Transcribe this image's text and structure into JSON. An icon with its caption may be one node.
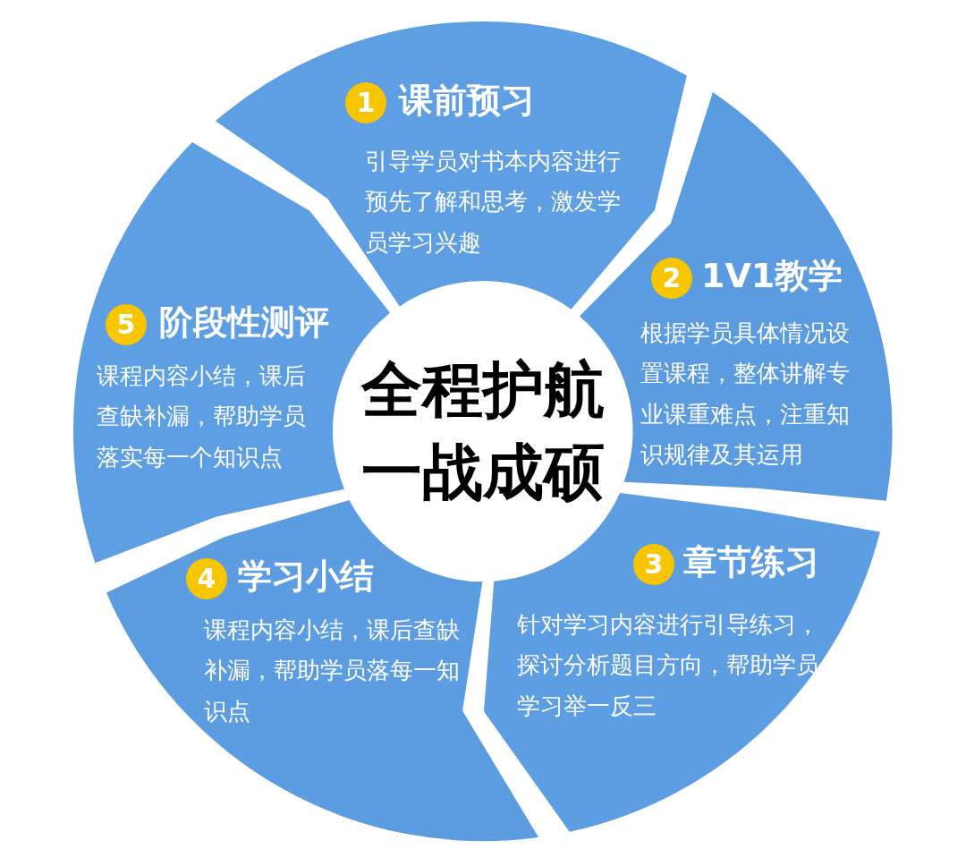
{
  "diagram": {
    "nodes": [
      {
        "text": [
          "1",
          "课前预习",
          "引导学员对书本内容进行预先了解和思考，激发学员学习兴趣"
        ]
      },
      {
        "text": [
          "2",
          "1V1教学",
          "根据学员具体情况设置课程，整体讲解专业课重难点，注重知识规律及其运用"
        ]
      },
      {
        "text": [
          "3",
          "章节练习",
          "针对学习内容进行引导练习，探讨分析题目方向，帮助学员学习举一反三"
        ]
      },
      {
        "text": [
          "4",
          "学习小结",
          "课程内容小结，课后查缺补漏，帮助学员落每一知识点"
        ]
      },
      {
        "text": [
          "5",
          "阶段性测评",
          "课程内容小结，课后查缺补漏，帮助学员落实每一个知识点"
        ]
      },
      {
        "text": [
          "全程护航一战成硕"
        ]
      }
    ]
  }
}
